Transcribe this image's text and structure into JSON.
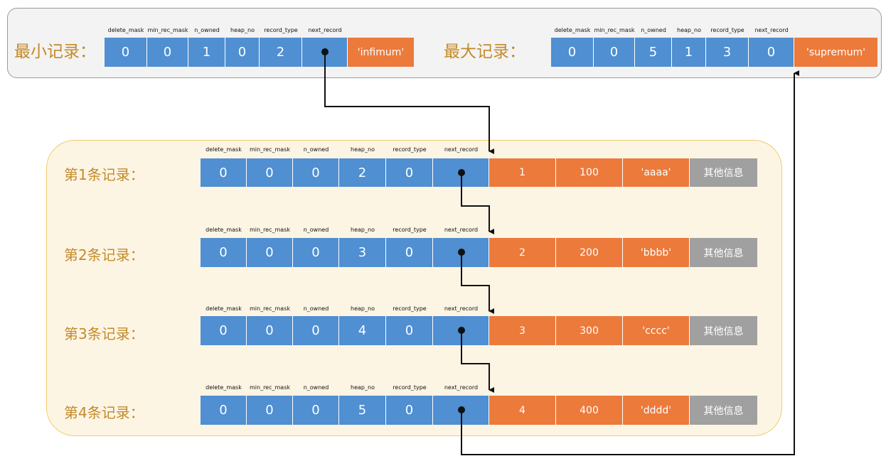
{
  "headers": [
    "delete_mask",
    "min_rec_mask",
    "n_owned",
    "heap_no",
    "record_type",
    "next_record"
  ],
  "infimum": {
    "label": "最小记录：",
    "values": [
      "0",
      "0",
      "1",
      "0",
      "2"
    ],
    "payload": "'infimum'"
  },
  "supremum": {
    "label": "最大记录：",
    "values": [
      "0",
      "0",
      "5",
      "1",
      "3",
      "0"
    ],
    "payload": "'supremum'"
  },
  "records": [
    {
      "label": "第1条记录：",
      "values": [
        "0",
        "0",
        "0",
        "2",
        "0"
      ],
      "data": [
        "1",
        "100",
        "'aaaa'"
      ],
      "other": "其他信息"
    },
    {
      "label": "第2条记录：",
      "values": [
        "0",
        "0",
        "0",
        "3",
        "0"
      ],
      "data": [
        "2",
        "200",
        "'bbbb'"
      ],
      "other": "其他信息"
    },
    {
      "label": "第3条记录：",
      "values": [
        "0",
        "0",
        "0",
        "4",
        "0"
      ],
      "data": [
        "3",
        "300",
        "'cccc'"
      ],
      "other": "其他信息"
    },
    {
      "label": "第4条记录：",
      "values": [
        "0",
        "0",
        "0",
        "5",
        "0"
      ],
      "data": [
        "4",
        "400",
        "'dddd'"
      ],
      "other": "其他信息"
    }
  ],
  "colors": {
    "header_field": "#4f8fd2",
    "data_field": "#ec7a3b",
    "other_field": "#a0a0a0",
    "system_panel": "#f3f3f3",
    "user_panel": "#fdf5e4",
    "label_text": "#c38a2a"
  }
}
